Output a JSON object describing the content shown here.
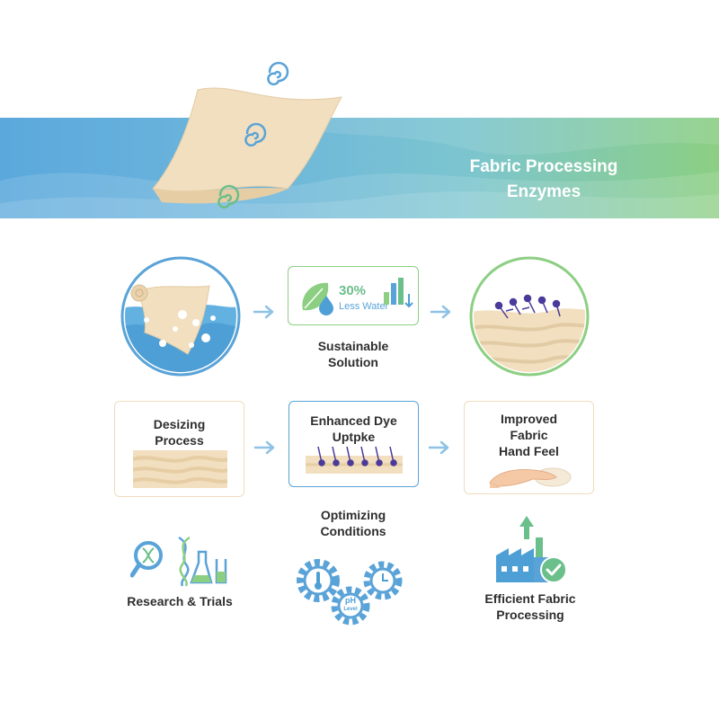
{
  "banner": {
    "title_line1": "Fabric Processing",
    "title_line2": "Enzymes"
  },
  "top_row": {
    "center_card": {
      "percent": "30%",
      "caption": "Less Water"
    },
    "center_label_line1": "Sustainable",
    "center_label_line2": "Solution"
  },
  "middle_row": {
    "left_card": {
      "line1": "Desizing",
      "line2": "Process"
    },
    "center_card": {
      "line1": "Enhanced Dye",
      "line2": "Uptpke"
    },
    "right_card": {
      "line1": "Improved",
      "line2": "Fabric",
      "line3": "Hand Feel"
    }
  },
  "bottom_row": {
    "left_label": "Research & Trials",
    "center_label_line1": "Optimizing",
    "center_label_line2": "Conditions",
    "gear_badge_line1": "pH",
    "gear_badge_line2": "Level",
    "right_label_line1": "Efficient Fabric",
    "right_label_line2": "Processing"
  },
  "colors": {
    "blue": "#5ba8dc",
    "green": "#8ccf83",
    "tan": "#f0dcbc",
    "purple": "#4a3a9a",
    "arrow": "#8ec2e6"
  }
}
